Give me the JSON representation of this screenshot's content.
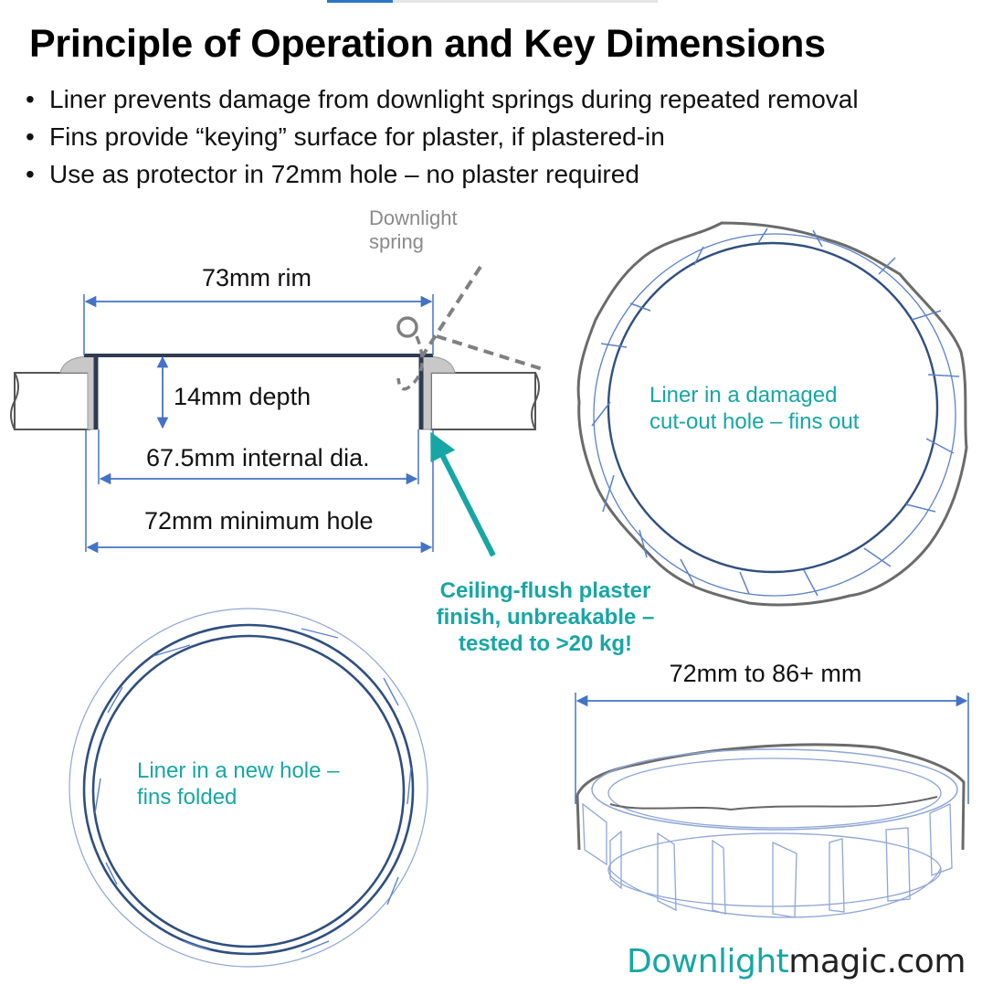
{
  "title": "Principle of Operation and Key Dimensions",
  "bullets": [
    "Liner prevents damage from downlight springs during repeated removal",
    "Fins provide “keying” surface for plaster, if plastered-in",
    "Use as protector in 72mm hole – no plaster required"
  ],
  "labels": {
    "spring_line1": "Downlight",
    "spring_line2": "spring",
    "rim": "73mm rim",
    "depth": "14mm depth",
    "internal": "67.5mm internal dia.",
    "min_hole": "72mm minimum hole",
    "ceiling_line1": "Ceiling-flush plaster",
    "ceiling_line2": "finish, unbreakable –",
    "ceiling_line3": "tested to >20 kg!",
    "damaged_line1": "Liner in a damaged",
    "damaged_line2": "cut-out hole – fins out",
    "new_line1": "Liner in a new hole –",
    "new_line2": "fins folded",
    "range": "72mm to 86+ mm"
  },
  "brand": {
    "part1": "Downlight",
    "part2": "magic.com"
  },
  "colors": {
    "accent": "#2e74c6",
    "teal": "#17a6a6",
    "dimension_blue": "#4472c4",
    "liner_navy": "#2f4f7f",
    "plaster_grey": "#c8c8c8"
  }
}
